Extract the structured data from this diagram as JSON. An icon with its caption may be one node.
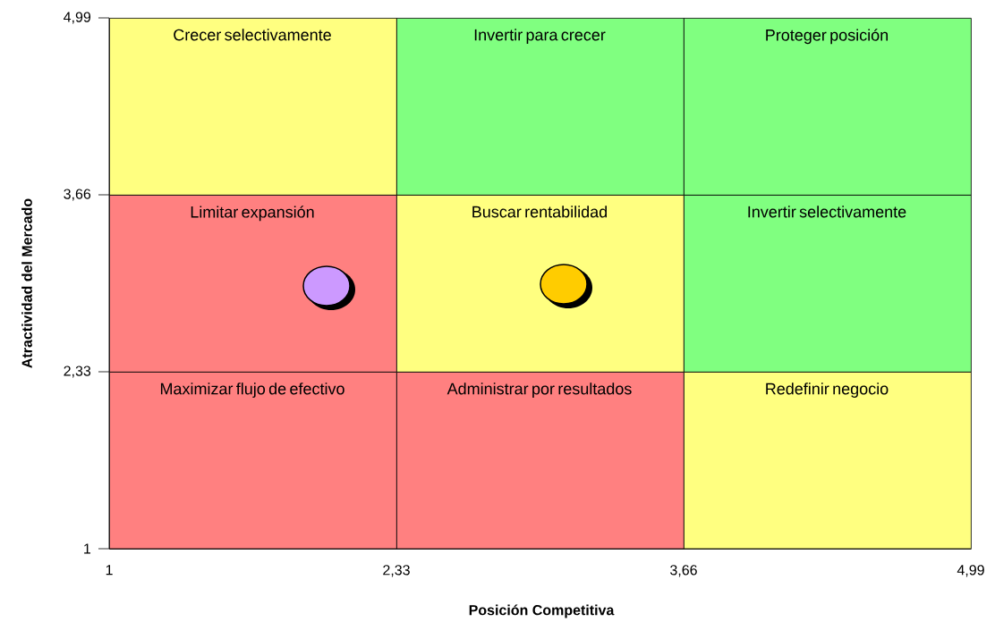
{
  "diagram": {
    "nodes": [
      {
        "text": [
          "Crecer selectivamente"
        ]
      },
      {
        "text": [
          "Invertir para crecer"
        ]
      },
      {
        "text": [
          "Proteger posición"
        ]
      },
      {
        "text": [
          "Limitar expansión"
        ]
      },
      {
        "text": [
          "Buscar rentabilidad"
        ]
      },
      {
        "text": [
          "Invertir selectivamente"
        ]
      },
      {
        "text": [
          "Maximizar flujo de efectivo"
        ]
      },
      {
        "text": [
          "Administrar por resultados"
        ]
      },
      {
        "text": [
          "Redefinir negocio"
        ]
      },
      {
        "text": [],
        "shape": "circle",
        "in": 3
      },
      {
        "text": [],
        "shape": "circle",
        "in": 4
      }
    ],
    "edges": [],
    "labels": [
      "4,99",
      "3,66",
      "2,33",
      "1",
      "Atractividad del Mercado",
      "1",
      "2,33",
      "3,66",
      "4,99",
      "Posición Competitiva"
    ]
  }
}
